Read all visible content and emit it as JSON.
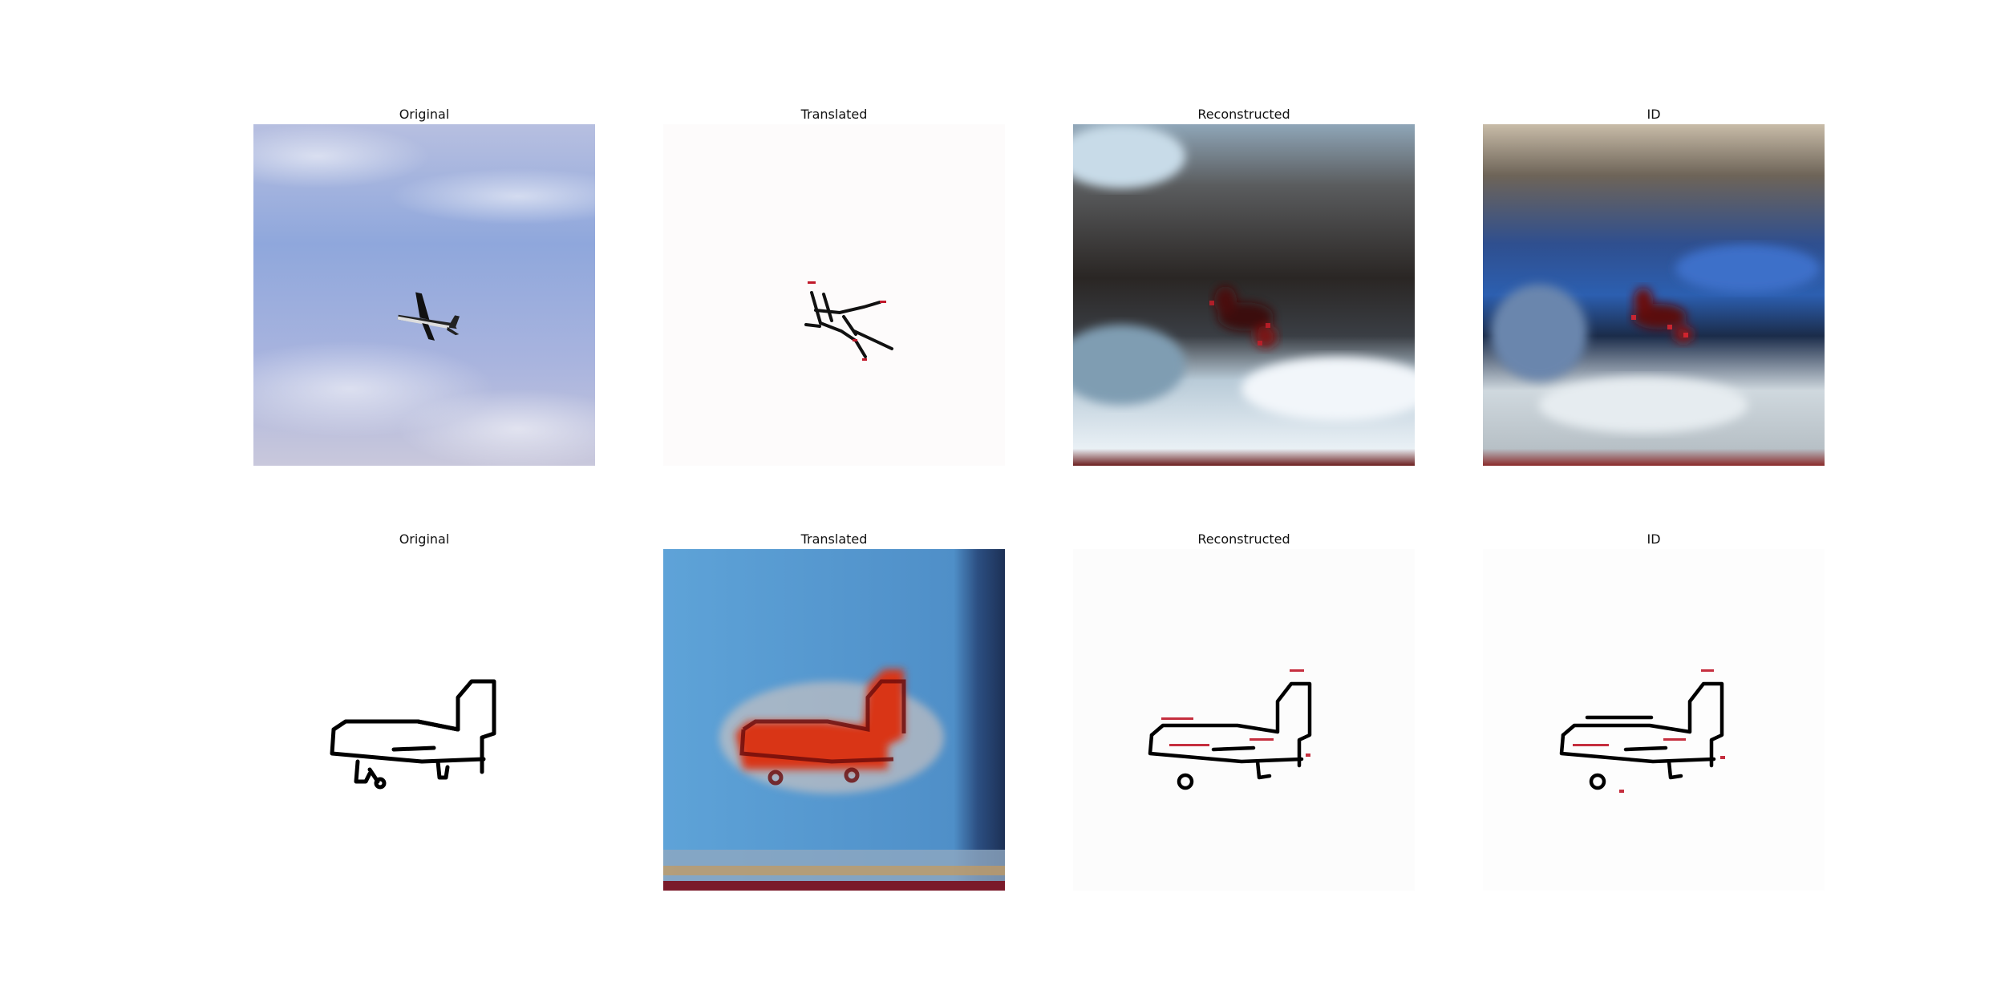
{
  "figure": {
    "rows": [
      {
        "panels": [
          {
            "title": "Original",
            "content": "photo-blue-sky-small-plane"
          },
          {
            "title": "Translated",
            "content": "sketch-from-photo"
          },
          {
            "title": "Reconstructed",
            "content": "blurry-photo-red-plane-dark-clouds"
          },
          {
            "title": "ID",
            "content": "blurry-photo-red-plane-blue-band"
          }
        ]
      },
      {
        "panels": [
          {
            "title": "Original",
            "content": "line-sketch-airplane"
          },
          {
            "title": "Translated",
            "content": "blurry-photo-red-plane-blue-bg"
          },
          {
            "title": "Reconstructed",
            "content": "sketch-reconstructed"
          },
          {
            "title": "ID",
            "content": "sketch-id"
          }
        ]
      }
    ]
  }
}
